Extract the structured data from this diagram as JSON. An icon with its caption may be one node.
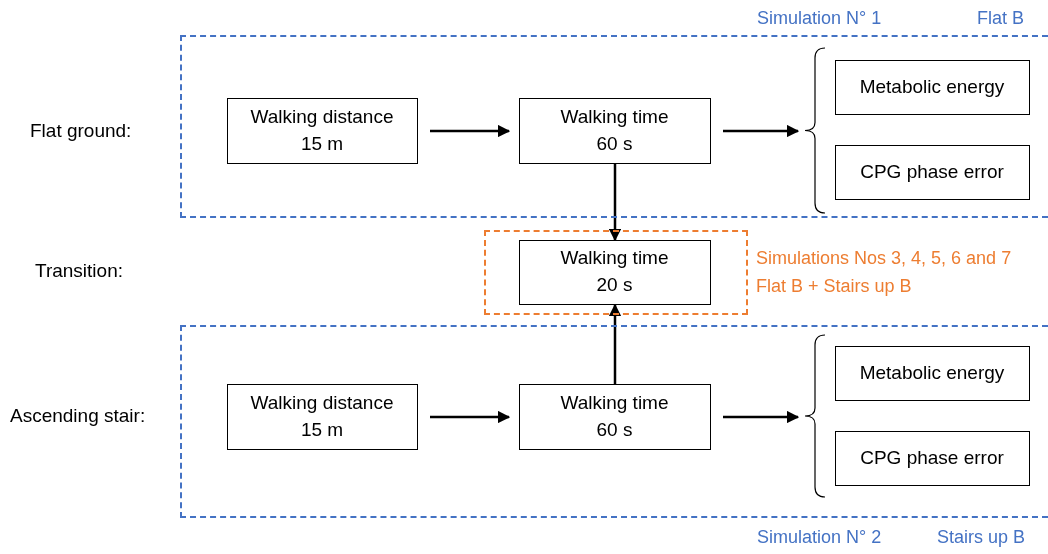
{
  "diagram": {
    "nodes": [
      {
        "text": [
          "Simulation N° 1",
          "Flat B"
        ]
      },
      {
        "text": [
          "Walking distance 15 m"
        ],
        "in": 0
      },
      {
        "text": [
          "Walking time 60 s"
        ],
        "in": 0
      },
      {
        "text": [
          "Metabolic energy"
        ],
        "in": 0
      },
      {
        "text": [
          "CPG phase error"
        ],
        "in": 0
      },
      {
        "text": [],
        "shape": "box",
        "beside": [
          "Simulations Nos 3, 4, 5, 6 and 7",
          "Flat B + Stairs up B"
        ]
      },
      {
        "text": [
          "Walking time 20 s"
        ],
        "in": 5
      },
      {
        "text": [
          "Simulation N° 2",
          "Stairs up B"
        ]
      },
      {
        "text": [
          "Walking distance 15 m"
        ],
        "in": 7
      },
      {
        "text": [
          "Walking time 60 s"
        ],
        "in": 7
      },
      {
        "text": [
          "Metabolic energy"
        ],
        "in": 7
      },
      {
        "text": [
          "CPG phase error"
        ],
        "in": 7
      }
    ],
    "edges": [
      {
        "from": 1,
        "to": 2,
        "arrow": "to"
      },
      {
        "from": 2,
        "to": 3,
        "arrow": "to"
      },
      {
        "from": 2,
        "to": 4,
        "arrow": "to"
      },
      {
        "from": 2,
        "to": 6,
        "arrow": "to"
      },
      {
        "from": 9,
        "to": 6,
        "arrow": "to"
      },
      {
        "from": 8,
        "to": 9,
        "arrow": "to"
      },
      {
        "from": 9,
        "to": 10,
        "arrow": "to"
      },
      {
        "from": 9,
        "to": 11,
        "arrow": "to"
      }
    ],
    "labels": [
      "Flat ground:",
      "Transition:",
      "Ascending stair:"
    ]
  }
}
